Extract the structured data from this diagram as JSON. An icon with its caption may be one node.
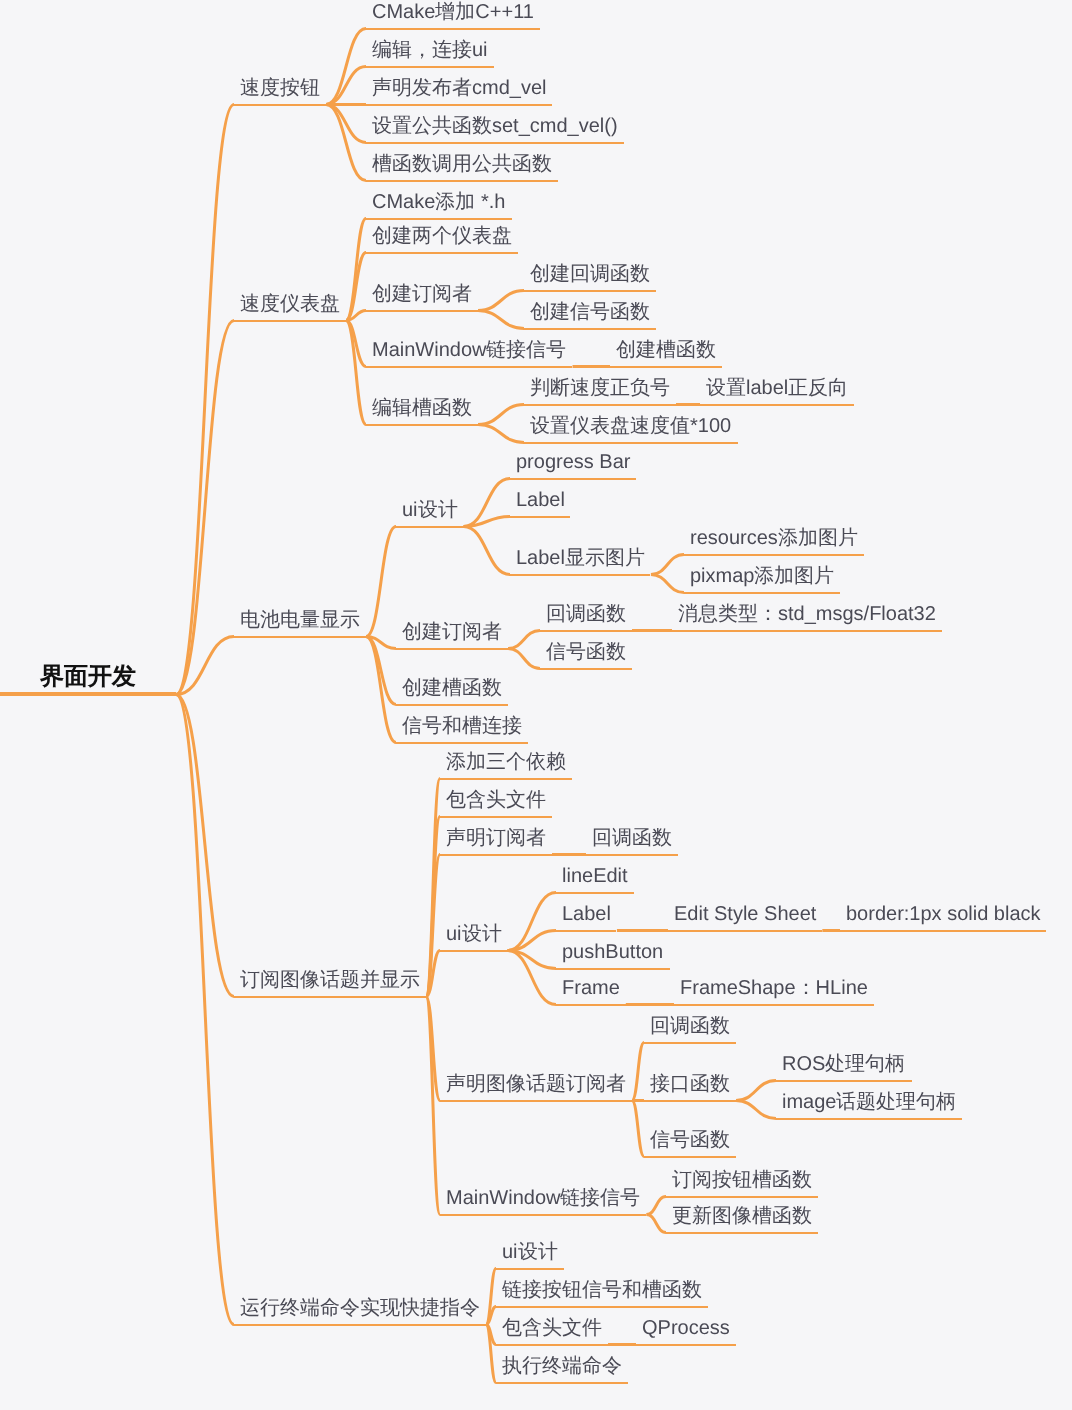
{
  "diagram": {
    "nodes": [
      {
        "text": [
          "界面开发"
        ]
      },
      {
        "text": [
          "速度按钮"
        ]
      },
      {
        "text": [
          "CMake增加C++11"
        ]
      },
      {
        "text": [
          "编辑，连接ui"
        ]
      },
      {
        "text": [
          "声明发布者cmd_vel"
        ]
      },
      {
        "text": [
          "设置公共函数set_cmd_vel()"
        ]
      },
      {
        "text": [
          "槽函数调用公共函数"
        ]
      },
      {
        "text": [
          "速度仪表盘"
        ]
      },
      {
        "text": [
          "CMake添加 *.h"
        ]
      },
      {
        "text": [
          "创建两个仪表盘"
        ]
      },
      {
        "text": [
          "创建订阅者"
        ]
      },
      {
        "text": [
          "创建回调函数"
        ]
      },
      {
        "text": [
          "创建信号函数"
        ]
      },
      {
        "text": [
          "MainWindow链接信号"
        ]
      },
      {
        "text": [
          "创建槽函数"
        ]
      },
      {
        "text": [
          "编辑槽函数"
        ]
      },
      {
        "text": [
          "判断速度正负号"
        ]
      },
      {
        "text": [
          "设置label正反向"
        ]
      },
      {
        "text": [
          "设置仪表盘速度值*100"
        ]
      },
      {
        "text": [
          "电池电量显示"
        ]
      },
      {
        "text": [
          "ui设计"
        ]
      },
      {
        "text": [
          "progress Bar"
        ]
      },
      {
        "text": [
          "Label"
        ]
      },
      {
        "text": [
          "Label显示图片"
        ]
      },
      {
        "text": [
          "resources添加图片"
        ]
      },
      {
        "text": [
          "pixmap添加图片"
        ]
      },
      {
        "text": [
          "创建订阅者"
        ]
      },
      {
        "text": [
          "回调函数"
        ]
      },
      {
        "text": [
          "消息类型：std_msgs/Float32"
        ]
      },
      {
        "text": [
          "信号函数"
        ]
      },
      {
        "text": [
          "创建槽函数"
        ]
      },
      {
        "text": [
          "信号和槽连接"
        ]
      },
      {
        "text": [
          "订阅图像话题并显示"
        ]
      },
      {
        "text": [
          "添加三个依赖"
        ]
      },
      {
        "text": [
          "包含头文件"
        ]
      },
      {
        "text": [
          "声明订阅者"
        ]
      },
      {
        "text": [
          "回调函数"
        ]
      },
      {
        "text": [
          "ui设计"
        ]
      },
      {
        "text": [
          "lineEdit"
        ]
      },
      {
        "text": [
          "Label"
        ]
      },
      {
        "text": [
          "Edit Style Sheet"
        ]
      },
      {
        "text": [
          "border:1px solid black"
        ]
      },
      {
        "text": [
          "pushButton"
        ]
      },
      {
        "text": [
          "Frame"
        ]
      },
      {
        "text": [
          "FrameShape：HLine"
        ]
      },
      {
        "text": [
          "声明图像话题订阅者"
        ]
      },
      {
        "text": [
          "回调函数"
        ]
      },
      {
        "text": [
          "接口函数"
        ]
      },
      {
        "text": [
          "ROS处理句柄"
        ]
      },
      {
        "text": [
          "image话题处理句柄"
        ]
      },
      {
        "text": [
          "信号函数"
        ]
      },
      {
        "text": [
          "MainWindow链接信号"
        ]
      },
      {
        "text": [
          "订阅按钮槽函数"
        ]
      },
      {
        "text": [
          "更新图像槽函数"
        ]
      },
      {
        "text": [
          "运行终端命令实现快捷指令"
        ]
      },
      {
        "text": [
          "ui设计"
        ]
      },
      {
        "text": [
          "链接按钮信号和槽函数"
        ]
      },
      {
        "text": [
          "包含头文件"
        ]
      },
      {
        "text": [
          "QProcess"
        ]
      },
      {
        "text": [
          "执行终端命令"
        ]
      }
    ],
    "edges": [
      {
        "from": 0,
        "to": 1,
        "arrow": "none"
      },
      {
        "from": 1,
        "to": 2,
        "arrow": "none"
      },
      {
        "from": 1,
        "to": 3,
        "arrow": "none"
      },
      {
        "from": 1,
        "to": 4,
        "arrow": "none"
      },
      {
        "from": 1,
        "to": 5,
        "arrow": "none"
      },
      {
        "from": 1,
        "to": 6,
        "arrow": "none"
      },
      {
        "from": 0,
        "to": 7,
        "arrow": "none"
      },
      {
        "from": 7,
        "to": 8,
        "arrow": "none"
      },
      {
        "from": 7,
        "to": 9,
        "arrow": "none"
      },
      {
        "from": 7,
        "to": 10,
        "arrow": "none"
      },
      {
        "from": 10,
        "to": 11,
        "arrow": "none"
      },
      {
        "from": 10,
        "to": 12,
        "arrow": "none"
      },
      {
        "from": 7,
        "to": 13,
        "arrow": "none"
      },
      {
        "from": 13,
        "to": 14,
        "arrow": "none"
      },
      {
        "from": 7,
        "to": 15,
        "arrow": "none"
      },
      {
        "from": 15,
        "to": 16,
        "arrow": "none"
      },
      {
        "from": 16,
        "to": 17,
        "arrow": "none"
      },
      {
        "from": 15,
        "to": 18,
        "arrow": "none"
      },
      {
        "from": 0,
        "to": 19,
        "arrow": "none"
      },
      {
        "from": 19,
        "to": 20,
        "arrow": "none"
      },
      {
        "from": 20,
        "to": 21,
        "arrow": "none"
      },
      {
        "from": 20,
        "to": 22,
        "arrow": "none"
      },
      {
        "from": 20,
        "to": 23,
        "arrow": "none"
      },
      {
        "from": 23,
        "to": 24,
        "arrow": "none"
      },
      {
        "from": 23,
        "to": 25,
        "arrow": "none"
      },
      {
        "from": 19,
        "to": 26,
        "arrow": "none"
      },
      {
        "from": 26,
        "to": 27,
        "arrow": "none"
      },
      {
        "from": 27,
        "to": 28,
        "arrow": "none"
      },
      {
        "from": 26,
        "to": 29,
        "arrow": "none"
      },
      {
        "from": 19,
        "to": 30,
        "arrow": "none"
      },
      {
        "from": 19,
        "to": 31,
        "arrow": "none"
      },
      {
        "from": 0,
        "to": 32,
        "arrow": "none"
      },
      {
        "from": 32,
        "to": 33,
        "arrow": "none"
      },
      {
        "from": 32,
        "to": 34,
        "arrow": "none"
      },
      {
        "from": 32,
        "to": 35,
        "arrow": "none"
      },
      {
        "from": 35,
        "to": 36,
        "arrow": "none"
      },
      {
        "from": 32,
        "to": 37,
        "arrow": "none"
      },
      {
        "from": 37,
        "to": 38,
        "arrow": "none"
      },
      {
        "from": 37,
        "to": 39,
        "arrow": "none"
      },
      {
        "from": 39,
        "to": 40,
        "arrow": "none"
      },
      {
        "from": 40,
        "to": 41,
        "arrow": "none"
      },
      {
        "from": 37,
        "to": 42,
        "arrow": "none"
      },
      {
        "from": 37,
        "to": 43,
        "arrow": "none"
      },
      {
        "from": 43,
        "to": 44,
        "arrow": "none"
      },
      {
        "from": 32,
        "to": 45,
        "arrow": "none"
      },
      {
        "from": 45,
        "to": 46,
        "arrow": "none"
      },
      {
        "from": 45,
        "to": 47,
        "arrow": "none"
      },
      {
        "from": 47,
        "to": 48,
        "arrow": "none"
      },
      {
        "from": 47,
        "to": 49,
        "arrow": "none"
      },
      {
        "from": 45,
        "to": 50,
        "arrow": "none"
      },
      {
        "from": 32,
        "to": 51,
        "arrow": "none"
      },
      {
        "from": 51,
        "to": 52,
        "arrow": "none"
      },
      {
        "from": 51,
        "to": 53,
        "arrow": "none"
      },
      {
        "from": 0,
        "to": 54,
        "arrow": "none"
      },
      {
        "from": 54,
        "to": 55,
        "arrow": "none"
      },
      {
        "from": 54,
        "to": 56,
        "arrow": "none"
      },
      {
        "from": 54,
        "to": 57,
        "arrow": "none"
      },
      {
        "from": 57,
        "to": 58,
        "arrow": "none"
      },
      {
        "from": 54,
        "to": 59,
        "arrow": "none"
      }
    ]
  }
}
